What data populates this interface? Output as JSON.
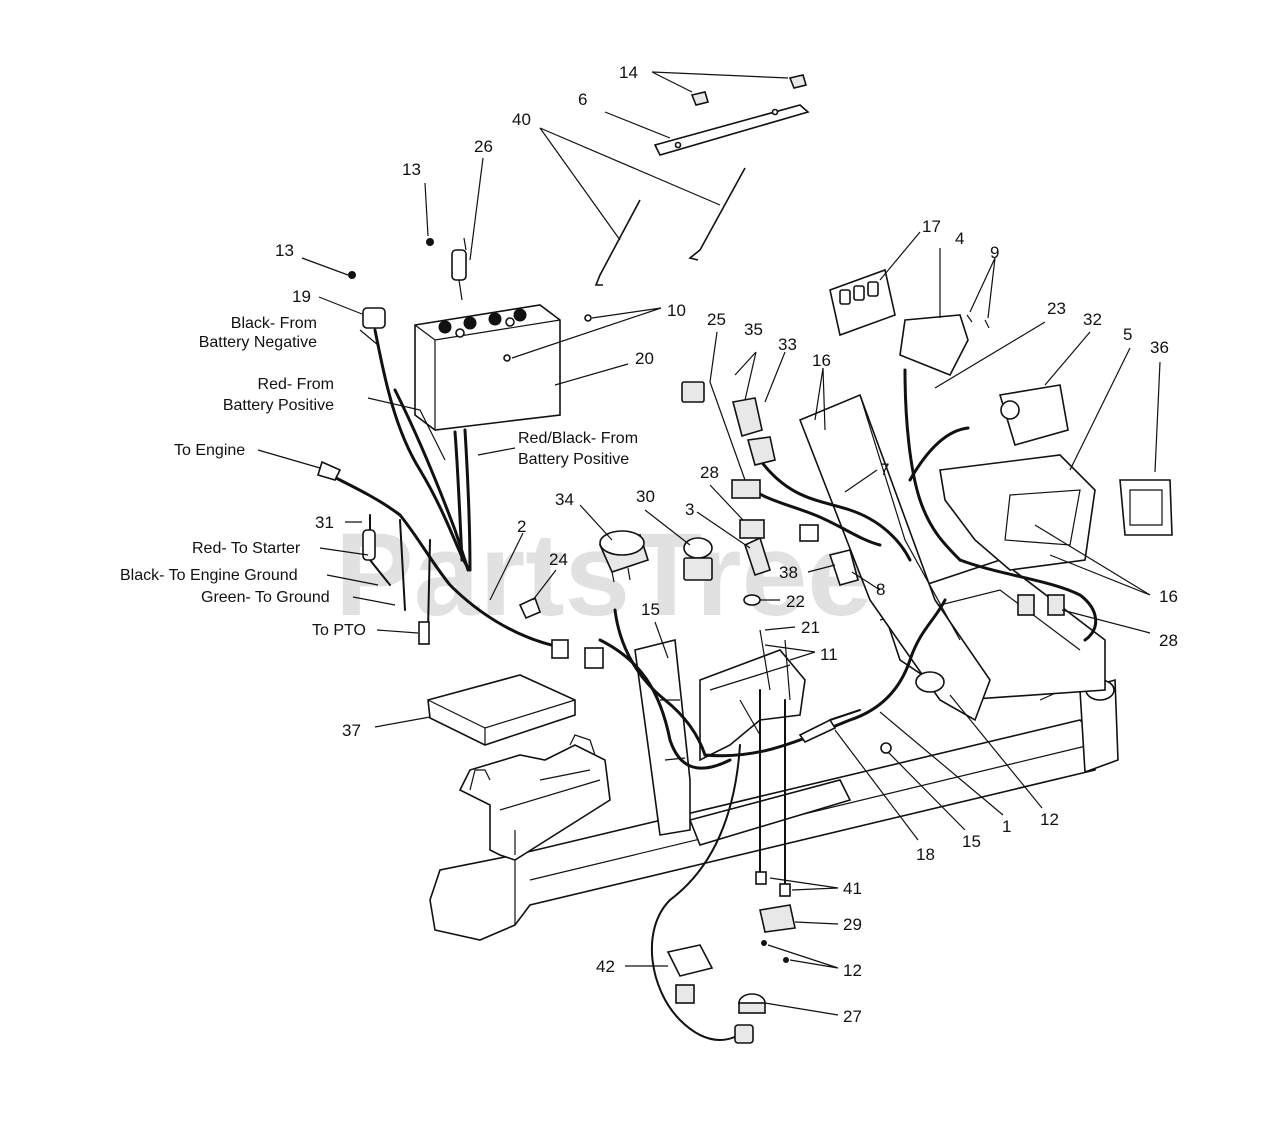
{
  "watermark": "PartsTree",
  "part_numbers": {
    "p14": "14",
    "p6": "6",
    "p40": "40",
    "p13a": "13",
    "p26": "26",
    "p13b": "13",
    "p19": "19",
    "p10": "10",
    "p20": "20",
    "p17": "17",
    "p4": "4",
    "p9": "9",
    "p23": "23",
    "p32": "32",
    "p5": "5",
    "p36": "36",
    "p25": "25",
    "p35": "35",
    "p33": "33",
    "p16a": "16",
    "p7": "7",
    "p28a": "28",
    "p3": "3",
    "p34": "34",
    "p30": "30",
    "p38": "38",
    "p8": "8",
    "p22": "22",
    "p21": "21",
    "p11": "11",
    "p31": "31",
    "p2": "2",
    "p24": "24",
    "p15a": "15",
    "p16b": "16",
    "p28b": "28",
    "p37": "37",
    "p12a": "12",
    "p1": "1",
    "p15b": "15",
    "p18": "18",
    "p41": "41",
    "p29": "29",
    "p12b": "12",
    "p42": "42",
    "p27": "27"
  },
  "wire_labels": {
    "black_neg_1": "Black- From",
    "black_neg_2": "Battery Negative",
    "red_pos_1": "Red- From",
    "red_pos_2": "Battery Positive",
    "redblack_1": "Red/Black- From",
    "redblack_2": "Battery Positive",
    "to_engine": "To Engine",
    "red_starter": "Red- To Starter",
    "black_ground": "Black- To Engine Ground",
    "green_ground": "Green- To Ground",
    "to_pto": "To PTO"
  }
}
